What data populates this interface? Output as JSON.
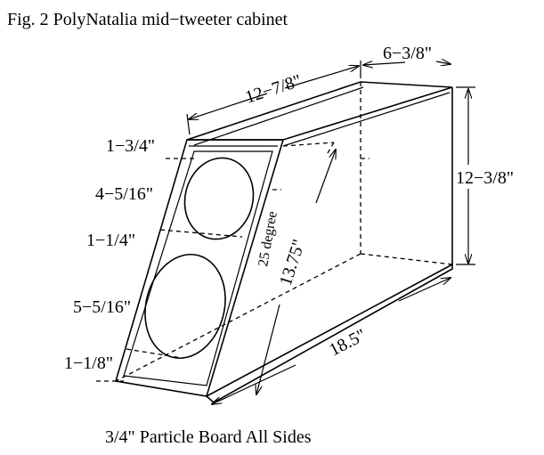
{
  "title": "Fig. 2 PolyNatalia mid−tweeter cabinet",
  "caption": "3/4\" Particle Board All Sides",
  "dimensions": {
    "top_length": "12−7/8\"",
    "depth": "6−3/8\"",
    "height": "12−3/8\"",
    "bottom_length": "18.5\"",
    "baffle_length": "13.75\"",
    "angle": "25 degree"
  },
  "baffle_spacing": {
    "top_margin": "1−3/4\"",
    "tweeter_diameter": "4−5/16\"",
    "between_drivers": "1−1/4\"",
    "woofer_diameter": "5−5/16\"",
    "bottom_margin": "1−1/8\""
  }
}
